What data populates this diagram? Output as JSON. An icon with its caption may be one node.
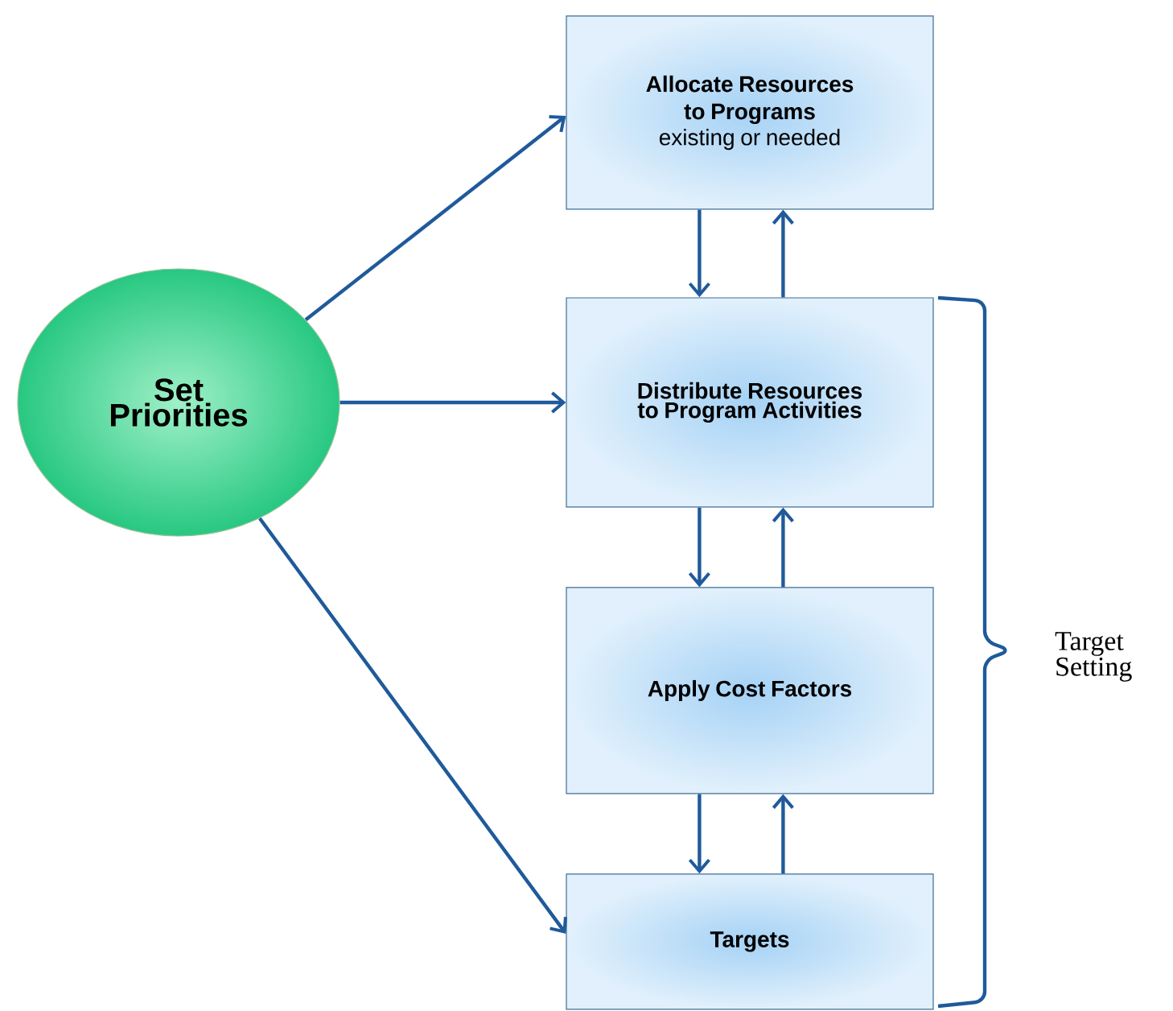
{
  "diagram": {
    "nodes": [
      {
        "text": [
          "Set Priorities"
        ]
      },
      {
        "text": [
          "Allocate Resources to Programs",
          "existing or needed"
        ]
      },
      {
        "text": [
          "Distribute Resources to Program Activities"
        ]
      },
      {
        "text": [
          "Apply Cost Factors"
        ]
      },
      {
        "text": [
          "Targets"
        ]
      }
    ],
    "edges": [
      {
        "from": 0,
        "to": 1,
        "arrow": "to"
      },
      {
        "from": 0,
        "to": 2,
        "arrow": "to"
      },
      {
        "from": 0,
        "to": 4,
        "arrow": "to"
      },
      {
        "from": 1,
        "to": 2,
        "arrow": "to"
      },
      {
        "from": 2,
        "to": 1,
        "arrow": "to"
      },
      {
        "from": 2,
        "to": 3,
        "arrow": "to"
      },
      {
        "from": 3,
        "to": 2,
        "arrow": "to"
      },
      {
        "from": 3,
        "to": 4,
        "arrow": "to"
      },
      {
        "from": 4,
        "to": 3,
        "arrow": "to"
      }
    ],
    "labels": [
      "Target Setting"
    ]
  }
}
